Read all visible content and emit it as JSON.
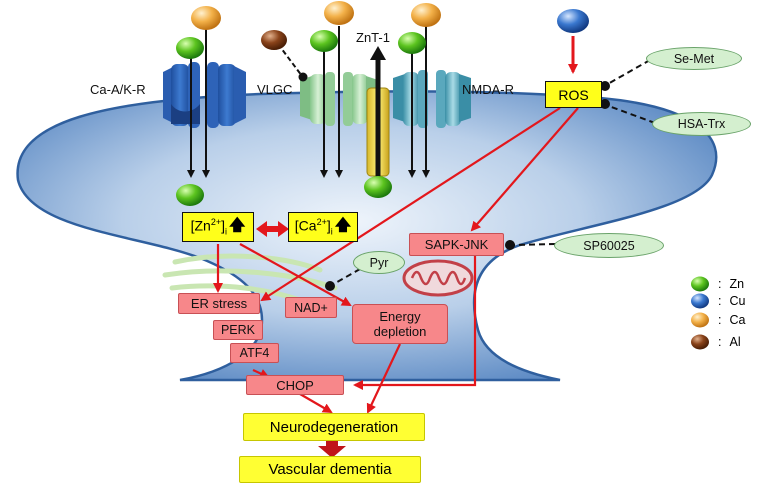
{
  "receptors": {
    "ca_ak_r": "Ca-A/K-R",
    "vlgc": "VLGC",
    "znt1": "ZnT-1",
    "nmda_r": "NMDA-R"
  },
  "nodes": {
    "ros": "ROS",
    "se_met": "Se-Met",
    "hsa_trx": "HSA-Trx",
    "sapk_jnk": "SAPK-JNK",
    "sp600125": "SP60025",
    "pyr": "Pyr",
    "nad": "NAD+",
    "er_stress": "ER stress",
    "perk": "PERK",
    "atf4": "ATF4",
    "chop": "CHOP",
    "energy_depletion": "Energy depletion",
    "neurodegeneration": "Neurodegeneration",
    "vascular_dementia": "Vascular dementia"
  },
  "zn_box": {
    "base": "[Zn",
    "sup": "2+",
    "close": "]",
    "sub": "i"
  },
  "ca_box": {
    "base": "[Ca",
    "sup": "2+",
    "close": "]",
    "sub": "i"
  },
  "legend": [
    {
      "icon": "green-sphere",
      "sep": ":",
      "label": "Zn",
      "color": "#3fb21a"
    },
    {
      "icon": "blue-sphere",
      "sep": ":",
      "label": "Cu",
      "color": "#2763b8"
    },
    {
      "icon": "orange-sphere",
      "sep": ":",
      "label": "Ca",
      "color": "#f0a030"
    },
    {
      "icon": "brown-sphere",
      "sep": ":",
      "label": "Al",
      "color": "#7a3a12"
    }
  ],
  "colors": {
    "cell": "#8fb2dc",
    "arrow_red": "#e3171c",
    "highlight_yellow": "#ffff1a",
    "process_pink": "#f7878a",
    "inhibitor_green": "#d4efcf"
  }
}
